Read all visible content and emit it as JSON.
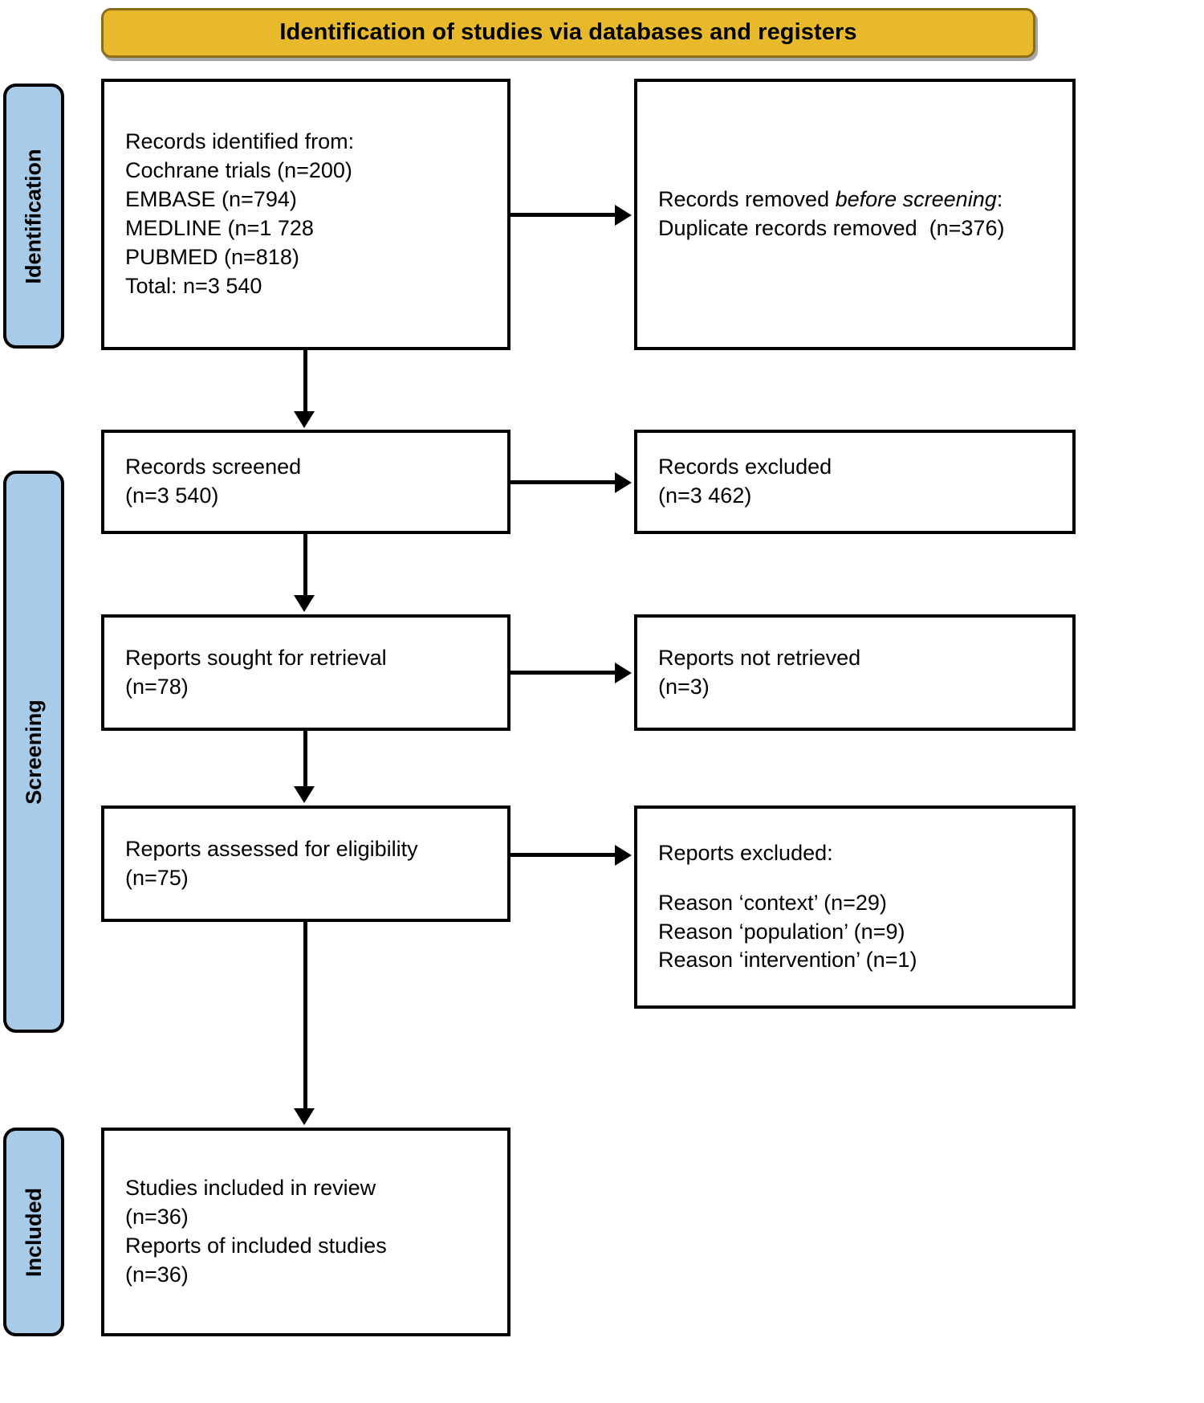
{
  "banner": {
    "title": "Identification of studies via databases and registers"
  },
  "stages": [
    {
      "id": "identification",
      "label": "Identification"
    },
    {
      "id": "screening",
      "label": "Screening"
    },
    {
      "id": "included",
      "label": "Included"
    }
  ],
  "boxes": {
    "identified": {
      "lines": [
        "Records identified from:",
        "Cochrane trials (n=200)",
        "EMBASE (n=794)",
        "MEDLINE (n=1 728",
        "PUBMED (n=818)",
        "Total: n=3 540"
      ]
    },
    "removed": {
      "line1_prefix": "Records removed ",
      "line1_italic": "before screening",
      "line1_suffix": ":",
      "line2": "Duplicate records removed  (n=376)"
    },
    "screened": {
      "lines": [
        "Records screened",
        "(n=3 540)"
      ]
    },
    "excluded": {
      "lines": [
        "Records excluded",
        "(n=3 462)"
      ]
    },
    "sought": {
      "lines": [
        "Reports sought for retrieval",
        "(n=78)"
      ]
    },
    "not_retrieved": {
      "lines": [
        "Reports not retrieved",
        "(n=3)"
      ]
    },
    "assessed": {
      "lines": [
        "Reports assessed for eligibility",
        "(n=75)"
      ]
    },
    "reports_excluded": {
      "heading": "Reports excluded:",
      "reasons": [
        "Reason ‘context’ (n=29)",
        "Reason ‘population’ (n=9)",
        "Reason ‘intervention’ (n=1)"
      ]
    },
    "included": {
      "lines": [
        "Studies included in review",
        "(n=36)",
        "Reports of included studies",
        "(n=36)"
      ]
    }
  },
  "chart_data": {
    "type": "diagram",
    "title": "Identification of studies via databases and registers",
    "nodes": [
      {
        "id": "identified",
        "stage": "Identification",
        "label": "Records identified from",
        "sources": [
          {
            "name": "Cochrane trials",
            "n": 200
          },
          {
            "name": "EMBASE",
            "n": 794
          },
          {
            "name": "MEDLINE",
            "n": 1728
          },
          {
            "name": "PUBMED",
            "n": 818
          }
        ],
        "total": 3540
      },
      {
        "id": "removed",
        "stage": "Identification",
        "label": "Records removed before screening: Duplicate records removed",
        "n": 376
      },
      {
        "id": "screened",
        "stage": "Screening",
        "label": "Records screened",
        "n": 3540
      },
      {
        "id": "excluded",
        "stage": "Screening",
        "label": "Records excluded",
        "n": 3462
      },
      {
        "id": "sought",
        "stage": "Screening",
        "label": "Reports sought for retrieval",
        "n": 78
      },
      {
        "id": "not_retrieved",
        "stage": "Screening",
        "label": "Reports not retrieved",
        "n": 3
      },
      {
        "id": "assessed",
        "stage": "Screening",
        "label": "Reports assessed for eligibility",
        "n": 75
      },
      {
        "id": "reports_excluded",
        "stage": "Screening",
        "label": "Reports excluded",
        "reasons": [
          {
            "reason": "context",
            "n": 29
          },
          {
            "reason": "population",
            "n": 9
          },
          {
            "reason": "intervention",
            "n": 1
          }
        ]
      },
      {
        "id": "included",
        "stage": "Included",
        "label": "Studies included in review",
        "n": 36,
        "reports_n": 36
      }
    ],
    "edges": [
      {
        "from": "identified",
        "to": "removed"
      },
      {
        "from": "identified",
        "to": "screened"
      },
      {
        "from": "screened",
        "to": "excluded"
      },
      {
        "from": "screened",
        "to": "sought"
      },
      {
        "from": "sought",
        "to": "not_retrieved"
      },
      {
        "from": "sought",
        "to": "assessed"
      },
      {
        "from": "assessed",
        "to": "reports_excluded"
      },
      {
        "from": "assessed",
        "to": "included"
      }
    ]
  },
  "colors": {
    "banner_fill": "#e8b92b",
    "banner_border": "#8a6d17",
    "stage_fill": "#a8cbe8",
    "box_border": "#000000",
    "box_fill": "#ffffff"
  }
}
